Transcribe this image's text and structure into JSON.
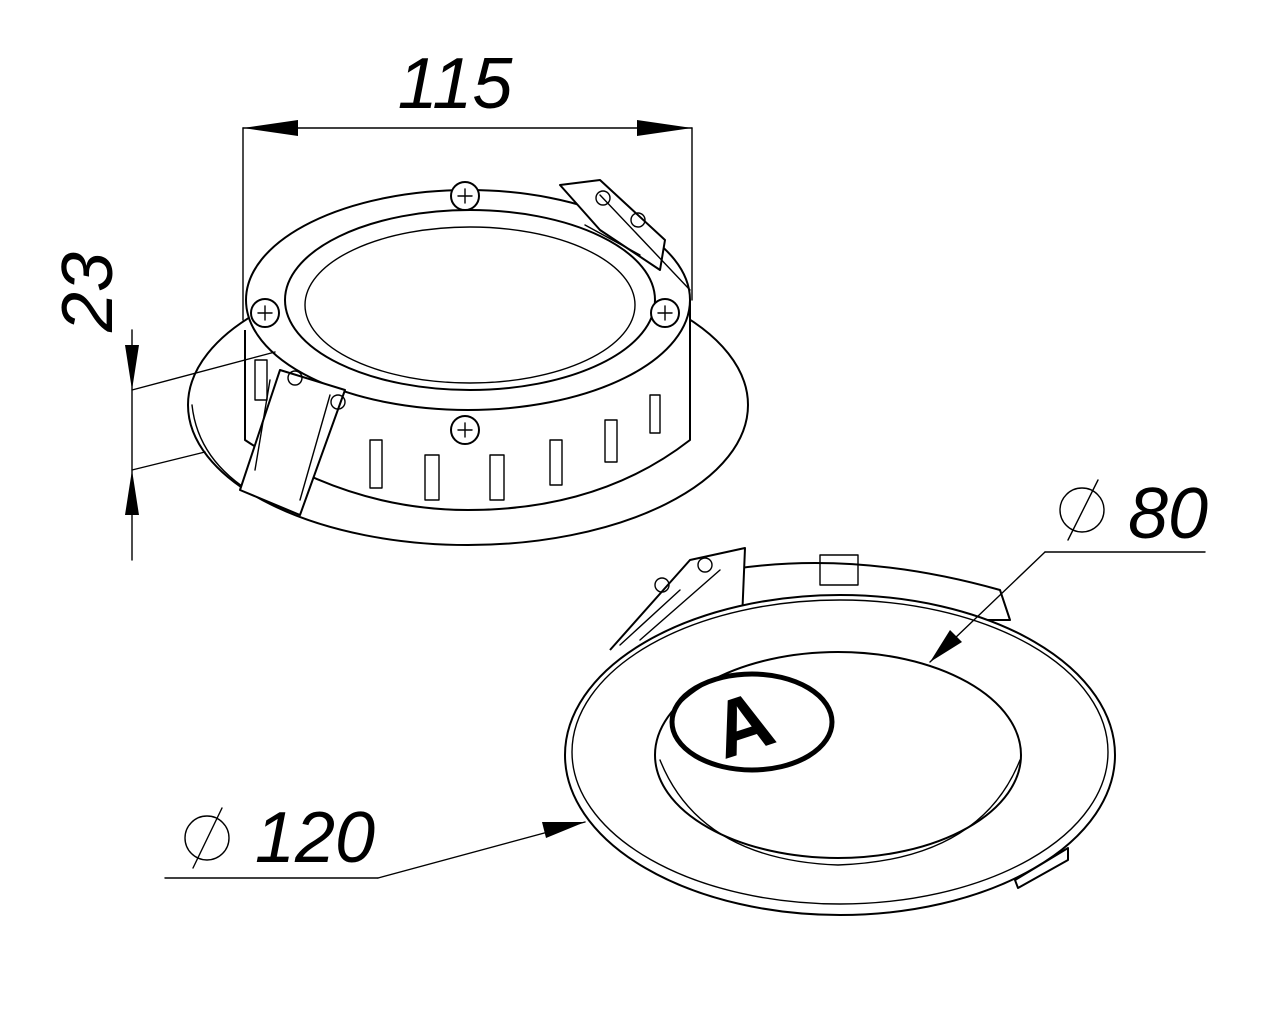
{
  "dimensions": {
    "width_label": "115",
    "height_label": "23",
    "inner_diameter_label": "80",
    "outer_diameter_label": "120",
    "diameter_symbol": "⌀"
  },
  "logo": {
    "letter": "A"
  }
}
